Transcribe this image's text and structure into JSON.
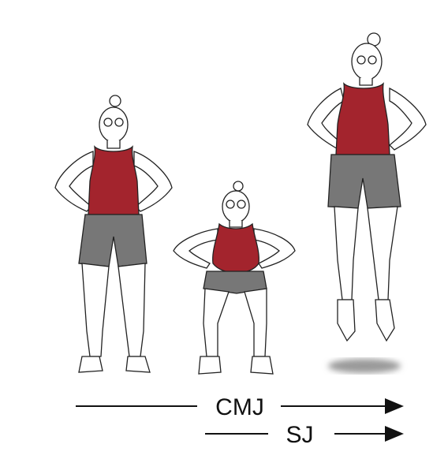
{
  "labels": {
    "cmj": "CMJ",
    "sj": "SJ"
  },
  "figures": [
    {
      "pose": "standing",
      "name": "standing-figure"
    },
    {
      "pose": "squat",
      "name": "squat-figure"
    },
    {
      "pose": "jump",
      "name": "jumping-figure"
    }
  ],
  "colors": {
    "top": "#a3242d",
    "shorts": "#777777",
    "skin": "#ffffff",
    "line": "#222222",
    "shadow": "#9a9a9a"
  }
}
